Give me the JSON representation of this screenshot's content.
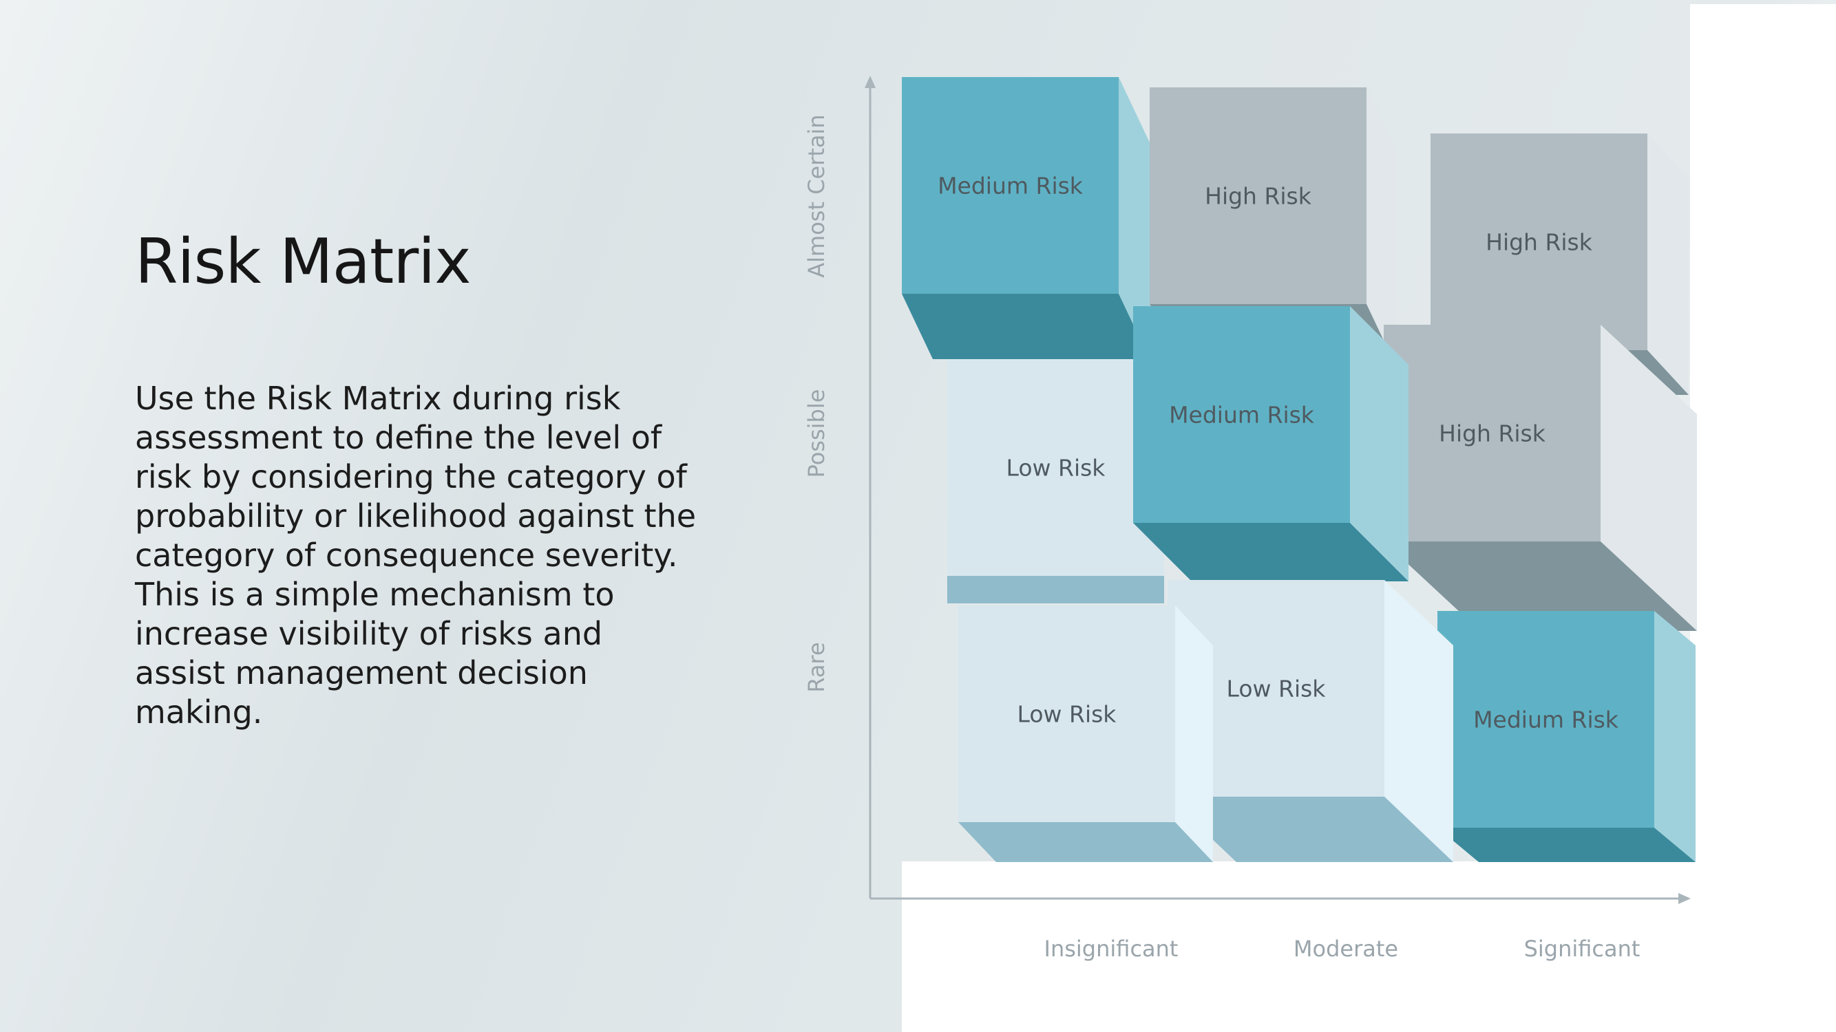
{
  "slide": {
    "title": "Risk Matrix",
    "description": "Use the Risk Matrix during risk assessment to define the level of risk by considering the category of probability or likelihood against the category of consequence severity. This is a simple mechanism to increase visibility of risks and assist management decision making."
  },
  "matrix": {
    "y_axis": {
      "categories": [
        "Rare",
        "Possible",
        "Almost Certain"
      ]
    },
    "x_axis": {
      "categories": [
        "Insignificant",
        "Moderate",
        "Significant"
      ]
    },
    "cells": [
      {
        "likelihood": "Almost Certain",
        "consequence": "Insignificant",
        "label": "Medium Risk",
        "level": "medium"
      },
      {
        "likelihood": "Almost Certain",
        "consequence": "Moderate",
        "label": "High Risk",
        "level": "high"
      },
      {
        "likelihood": "Almost Certain",
        "consequence": "Significant",
        "label": "High Risk",
        "level": "high"
      },
      {
        "likelihood": "Possible",
        "consequence": "Insignificant",
        "label": "Low Risk",
        "level": "low"
      },
      {
        "likelihood": "Possible",
        "consequence": "Moderate",
        "label": "Medium Risk",
        "level": "medium"
      },
      {
        "likelihood": "Possible",
        "consequence": "Significant",
        "label": "High Risk",
        "level": "high"
      },
      {
        "likelihood": "Rare",
        "consequence": "Insignificant",
        "label": "Low Risk",
        "level": "low"
      },
      {
        "likelihood": "Rare",
        "consequence": "Moderate",
        "label": "Low Risk",
        "level": "low"
      },
      {
        "likelihood": "Rare",
        "consequence": "Significant",
        "label": "Medium Risk",
        "level": "medium"
      }
    ],
    "colors": {
      "medium": {
        "front": "#5fb2c5",
        "side": "#9fd1dc",
        "bottom": "#3a8a9c"
      },
      "high": {
        "front": "#b0bcc2",
        "side": "#e1e7ea",
        "bottom": "#7f949b"
      },
      "low": {
        "front": "#d8e7ee",
        "side": "#e4f2f9",
        "bottom": "#8fbbcb"
      },
      "axis": "#a9b5bb"
    }
  }
}
